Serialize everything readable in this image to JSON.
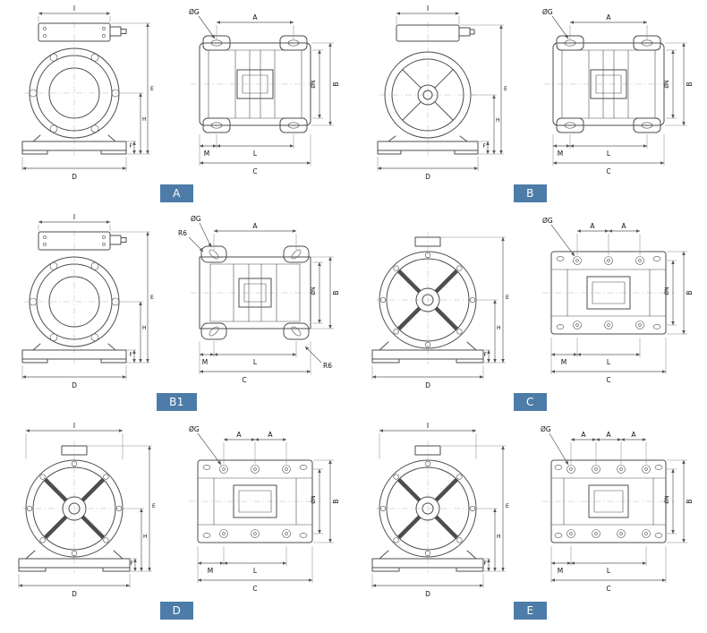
{
  "theme": {
    "badge_color": "#4d7ca8",
    "badge_css": "background-color:#4d7ca8"
  },
  "panels": [
    {
      "badge": "A",
      "end": {
        "top": "I",
        "bottom": "D",
        "height": "E",
        "center_height": "H",
        "foot": "F"
      },
      "side": {
        "hole": "ØG",
        "pitch1": "A",
        "height": "B",
        "diameter": "ØN",
        "edge": "M",
        "holes_length": "L",
        "length": "C"
      }
    },
    {
      "badge": "B",
      "end": {
        "top": "I",
        "bottom": "D",
        "height": "E",
        "center_height": "H",
        "foot": "F"
      },
      "side": {
        "hole": "ØG",
        "pitch1": "A",
        "height": "B",
        "diameter": "ØN",
        "edge": "M",
        "holes_length": "L",
        "length": "C"
      }
    },
    {
      "badge": "B1",
      "end": {
        "top": "I",
        "bottom": "D",
        "height": "E",
        "center_height": "H",
        "foot": "F"
      },
      "side": {
        "hole": "ØG",
        "radius": "R6",
        "pitch1": "A",
        "height": "B",
        "diameter": "ØN",
        "edge": "M",
        "holes_length": "L",
        "length": "C",
        "corner": "R6"
      }
    },
    {
      "badge": "C",
      "end": {
        "bottom": "D",
        "height": "E",
        "center_height": "H",
        "foot": "F"
      },
      "side": {
        "hole": "ØG",
        "pitch1": "A",
        "pitch2": "A",
        "height": "B",
        "diameter": "ØN",
        "edge": "M",
        "holes_length": "L",
        "length": "C"
      }
    },
    {
      "badge": "D",
      "end": {
        "top": "I",
        "bottom": "D",
        "height": "E",
        "center_height": "H",
        "foot": "F"
      },
      "side": {
        "hole": "ØG",
        "pitch1": "A",
        "pitch2": "A",
        "height": "B",
        "diameter": "ØN",
        "edge": "M",
        "holes_length": "L",
        "length": "C"
      }
    },
    {
      "badge": "E",
      "end": {
        "top": "I",
        "bottom": "D",
        "height": "E",
        "center_height": "H",
        "foot": "F"
      },
      "side": {
        "hole": "ØG",
        "pitch1": "A",
        "pitch2": "A",
        "pitch3": "A",
        "height": "B",
        "diameter": "ØN",
        "edge": "M",
        "holes_length": "L",
        "length": "C"
      }
    }
  ]
}
